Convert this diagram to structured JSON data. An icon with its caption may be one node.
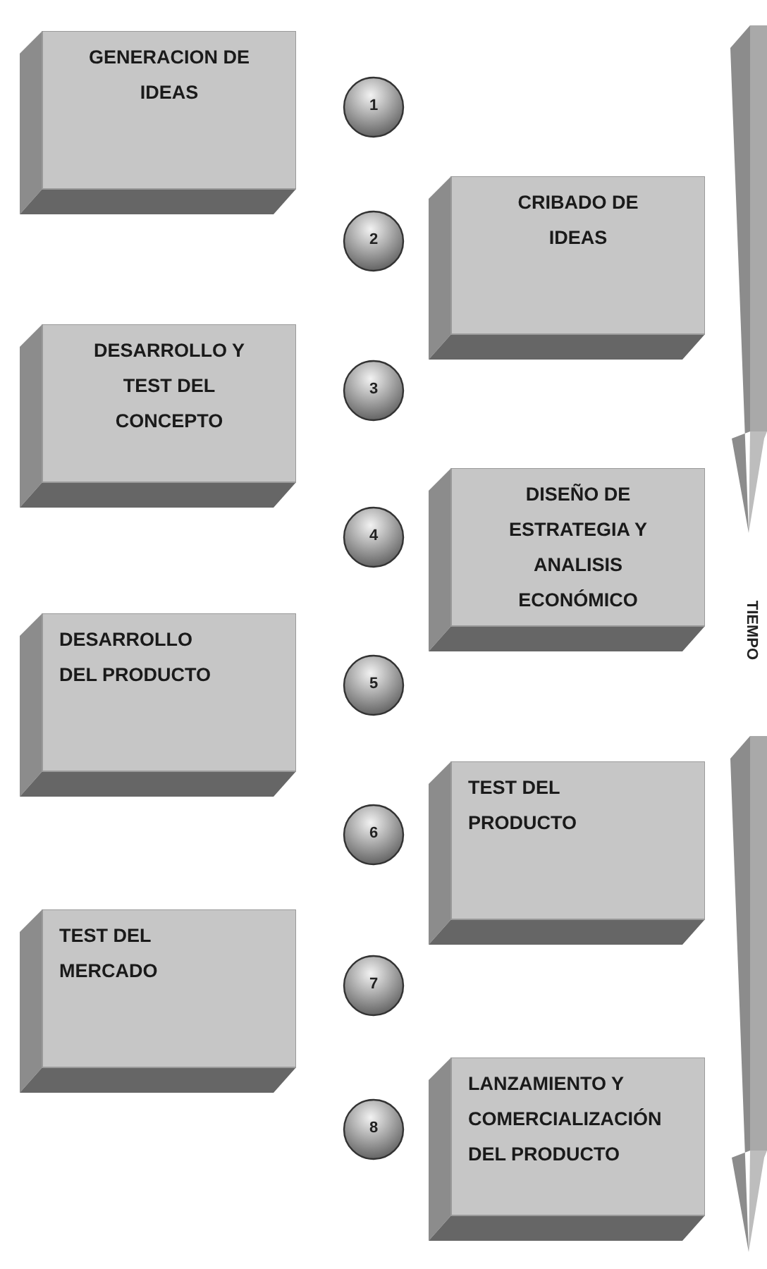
{
  "diagram": {
    "nodes": [
      {
        "text": [
          "GENERACION DE IDEAS"
        ]
      },
      {
        "text": [
          "1"
        ]
      },
      {
        "text": [
          "CRIBADO DE IDEAS"
        ]
      },
      {
        "text": [
          "2"
        ]
      },
      {
        "text": [
          "DESARROLLO Y TEST DEL CONCEPTO"
        ]
      },
      {
        "text": [
          "3"
        ]
      },
      {
        "text": [
          "DISEÑO DE ESTRATEGIA Y ANALISIS ECONÓMICO"
        ]
      },
      {
        "text": [
          "4"
        ]
      },
      {
        "text": [
          "DESARROLLO DEL PRODUCTO"
        ]
      },
      {
        "text": [
          "5"
        ]
      },
      {
        "text": [
          "TEST DEL PRODUCTO"
        ]
      },
      {
        "text": [
          "6"
        ]
      },
      {
        "text": [
          "TEST DEL MERCADO"
        ]
      },
      {
        "text": [
          "7"
        ]
      },
      {
        "text": [
          "LANZAMIENTO Y COMERCIALIZACIÓN DEL PRODUCTO"
        ]
      },
      {
        "text": [
          "8"
        ]
      }
    ],
    "labels": [
      "TIEMPO"
    ]
  }
}
